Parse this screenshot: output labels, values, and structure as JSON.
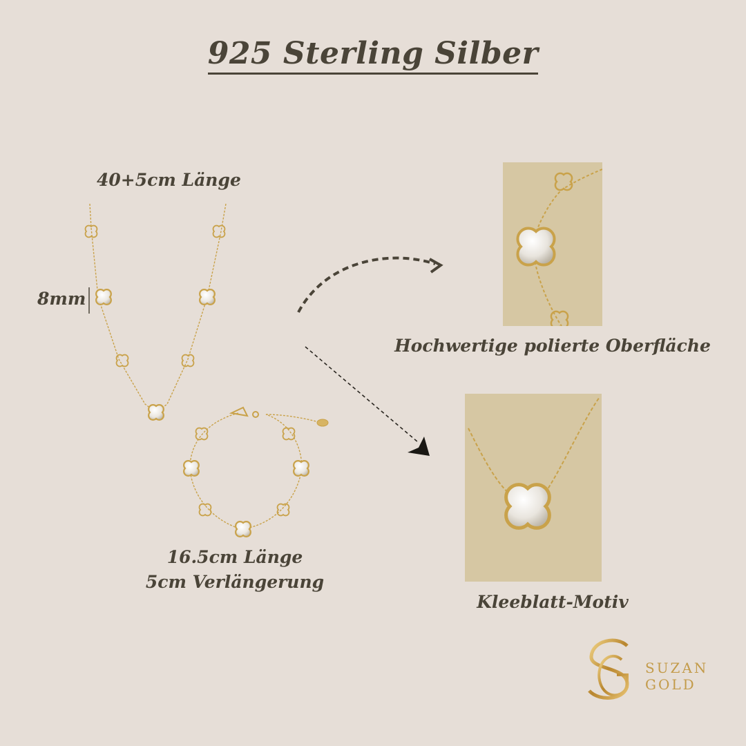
{
  "title": "925 Sterling Silber",
  "necklace": {
    "length_label": "40+5cm Länge",
    "size_label": "8mm"
  },
  "bracelet": {
    "length_label": "16.5cm Länge",
    "extension_label": "5cm Verlängerung"
  },
  "detail_top": {
    "caption": "Hochwertige polierte Oberfläche"
  },
  "detail_bottom": {
    "caption": "Kleeblatt-Motiv"
  },
  "logo": {
    "text_line1": "SUZAN",
    "text_line2": "GOLD"
  },
  "colors": {
    "background": "#e6ded7",
    "text": "#4a4438",
    "gold": "#c9a24a",
    "pearl": "#f4f1ec",
    "photo_bg": "#d6c7a3"
  }
}
